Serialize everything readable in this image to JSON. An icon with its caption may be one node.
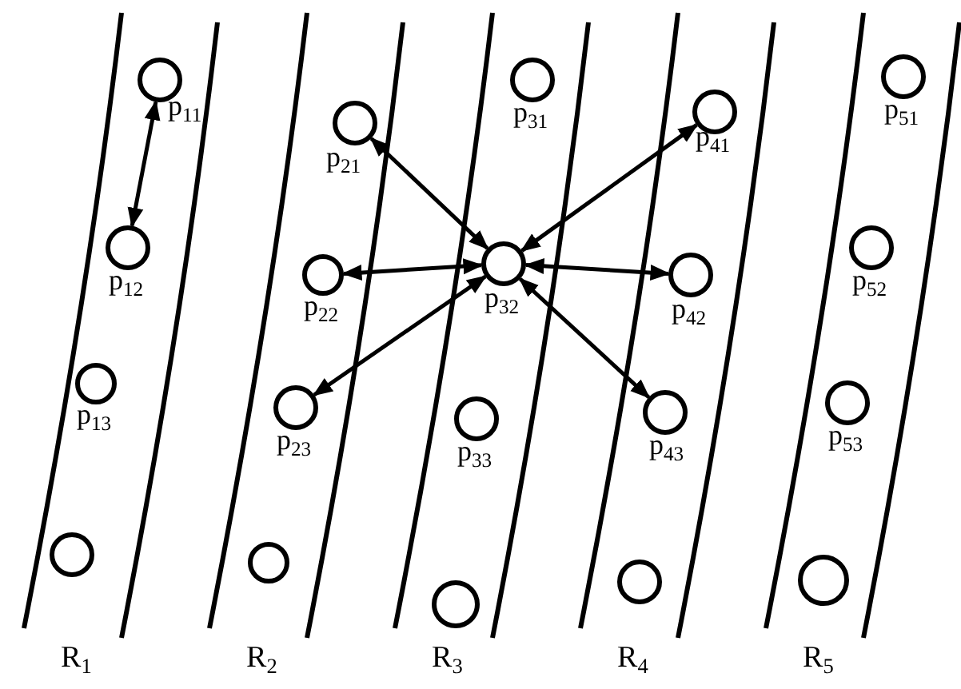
{
  "diagram": {
    "nodes": [
      {
        "text": [
          "R$_{1}$"
        ]
      },
      {
        "text": [],
        "shape": "circle",
        "beside": [
          "p$_{11}$"
        ],
        "in": 0
      },
      {
        "text": [],
        "shape": "circle",
        "beside": [
          "p$_{12}$"
        ],
        "in": 0
      },
      {
        "text": [],
        "shape": "circle",
        "beside": [
          "p$_{13}$"
        ],
        "in": 0
      },
      {
        "text": [],
        "shape": "circle",
        "in": 0
      },
      {
        "text": [
          "R$_{2}$"
        ]
      },
      {
        "text": [],
        "shape": "circle",
        "beside": [
          "p$_{21}$"
        ],
        "in": 5
      },
      {
        "text": [],
        "shape": "circle",
        "beside": [
          "p$_{22}$"
        ],
        "in": 5
      },
      {
        "text": [],
        "shape": "circle",
        "beside": [
          "p$_{23}$"
        ],
        "in": 5
      },
      {
        "text": [],
        "shape": "circle",
        "in": 5
      },
      {
        "text": [
          "R$_{3}$"
        ]
      },
      {
        "text": [],
        "shape": "circle",
        "beside": [
          "p$_{31}$"
        ],
        "in": 10
      },
      {
        "text": [],
        "shape": "circle",
        "beside": [
          "p$_{32}$"
        ],
        "in": 10
      },
      {
        "text": [],
        "shape": "circle",
        "beside": [
          "p$_{33}$"
        ],
        "in": 10
      },
      {
        "text": [],
        "shape": "circle",
        "in": 10
      },
      {
        "text": [
          "R$_{4}$"
        ]
      },
      {
        "text": [],
        "shape": "circle",
        "beside": [
          "p$_{41}$"
        ],
        "in": 15
      },
      {
        "text": [],
        "shape": "circle",
        "beside": [
          "p$_{42}$"
        ],
        "in": 15
      },
      {
        "text": [],
        "shape": "circle",
        "beside": [
          "p$_{43}$"
        ],
        "in": 15
      },
      {
        "text": [],
        "shape": "circle",
        "in": 15
      },
      {
        "text": [
          "R$_{5}$"
        ]
      },
      {
        "text": [],
        "shape": "circle",
        "beside": [
          "p$_{51}$"
        ],
        "in": 20
      },
      {
        "text": [],
        "shape": "circle",
        "beside": [
          "p$_{52}$"
        ],
        "in": 20
      },
      {
        "text": [],
        "shape": "circle",
        "beside": [
          "p$_{53}$"
        ],
        "in": 20
      },
      {
        "text": [],
        "shape": "circle",
        "in": 20
      }
    ],
    "edges": [
      {
        "from": 1,
        "to": 2,
        "arrow": "both"
      },
      {
        "from": 12,
        "to": 6,
        "arrow": "both"
      },
      {
        "from": 12,
        "to": 7,
        "arrow": "both"
      },
      {
        "from": 12,
        "to": 8,
        "arrow": "both"
      },
      {
        "from": 12,
        "to": 16,
        "arrow": "both"
      },
      {
        "from": 12,
        "to": 17,
        "arrow": "both"
      },
      {
        "from": 12,
        "to": 18,
        "arrow": "both"
      }
    ]
  }
}
